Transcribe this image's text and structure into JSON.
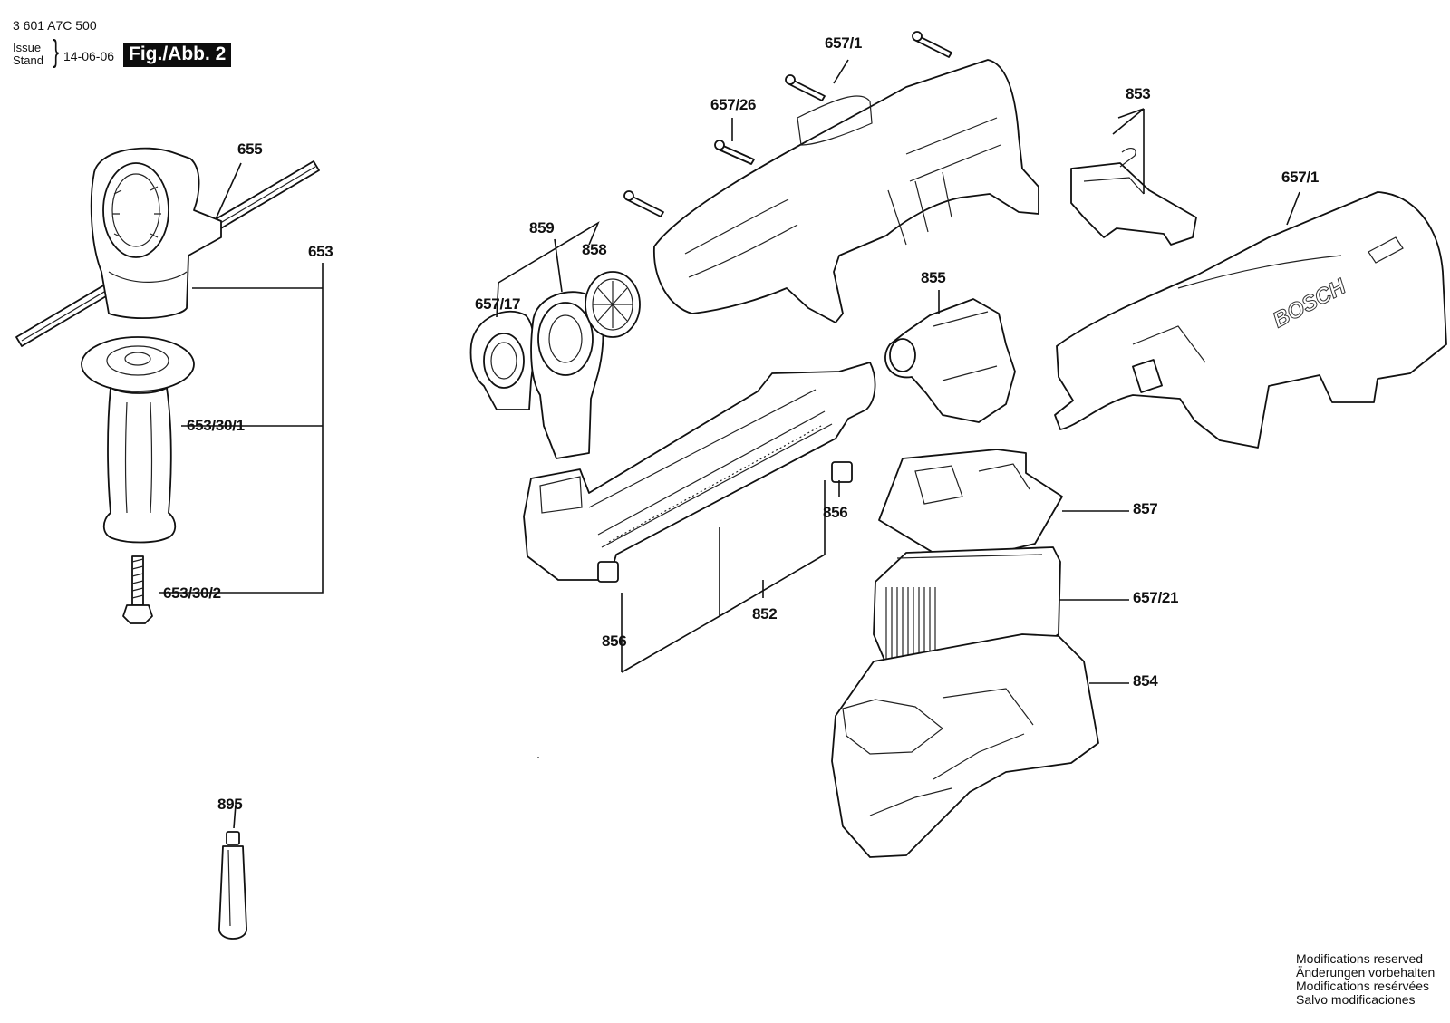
{
  "header": {
    "doc_number": "3 601 A7C 500",
    "issue_label": "Issue",
    "stand_label": "Stand",
    "brace": "}",
    "date": "14-06-06",
    "figure_badge": "Fig./Abb. 2"
  },
  "part_labels": {
    "p655": "655",
    "p653": "653",
    "p653_30_1": "653/30/1",
    "p653_30_2": "653/30/2",
    "p895": "895",
    "p657_1_top": "657/1",
    "p657_26": "657/26",
    "p853": "853",
    "p657_1_right": "657/1",
    "p859": "859",
    "p858": "858",
    "p657_17": "657/17",
    "p855": "855",
    "p856_upper": "856",
    "p856_lower": "856",
    "p852": "852",
    "p857": "857",
    "p657_21": "657/21",
    "p854": "854"
  },
  "housing_brand": "BOSCH",
  "footer": {
    "lines": [
      "Modifications reserved",
      "Änderungen vorbehalten",
      "Modifications resérvées",
      "Salvo modificaciones"
    ]
  }
}
